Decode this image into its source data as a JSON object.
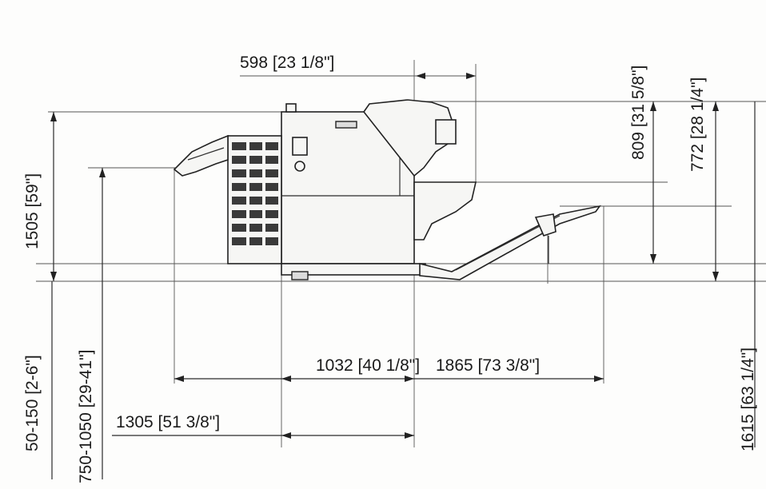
{
  "dimensions": {
    "width_top": "598 [23 1/8\"]",
    "height_809": "809 [31 5/8\"]",
    "height_772": "772 [28 1/4\"]",
    "height_1505": "1505 [59\"]",
    "feet_adjust": "50-150 [2-6\"]",
    "working_height": "750-1050 [29-41\"]",
    "depth_1032": "1032 [40 1/8\"]",
    "length_1865": "1865 [73 3/8\"]",
    "length_1305": "1305 [51 3/8\"]",
    "height_1615": "1615 [63 1/4\"]"
  },
  "colors": {
    "line": "#2b2b2b",
    "fill": "#f6f6f4",
    "text": "#1b1b1b"
  }
}
